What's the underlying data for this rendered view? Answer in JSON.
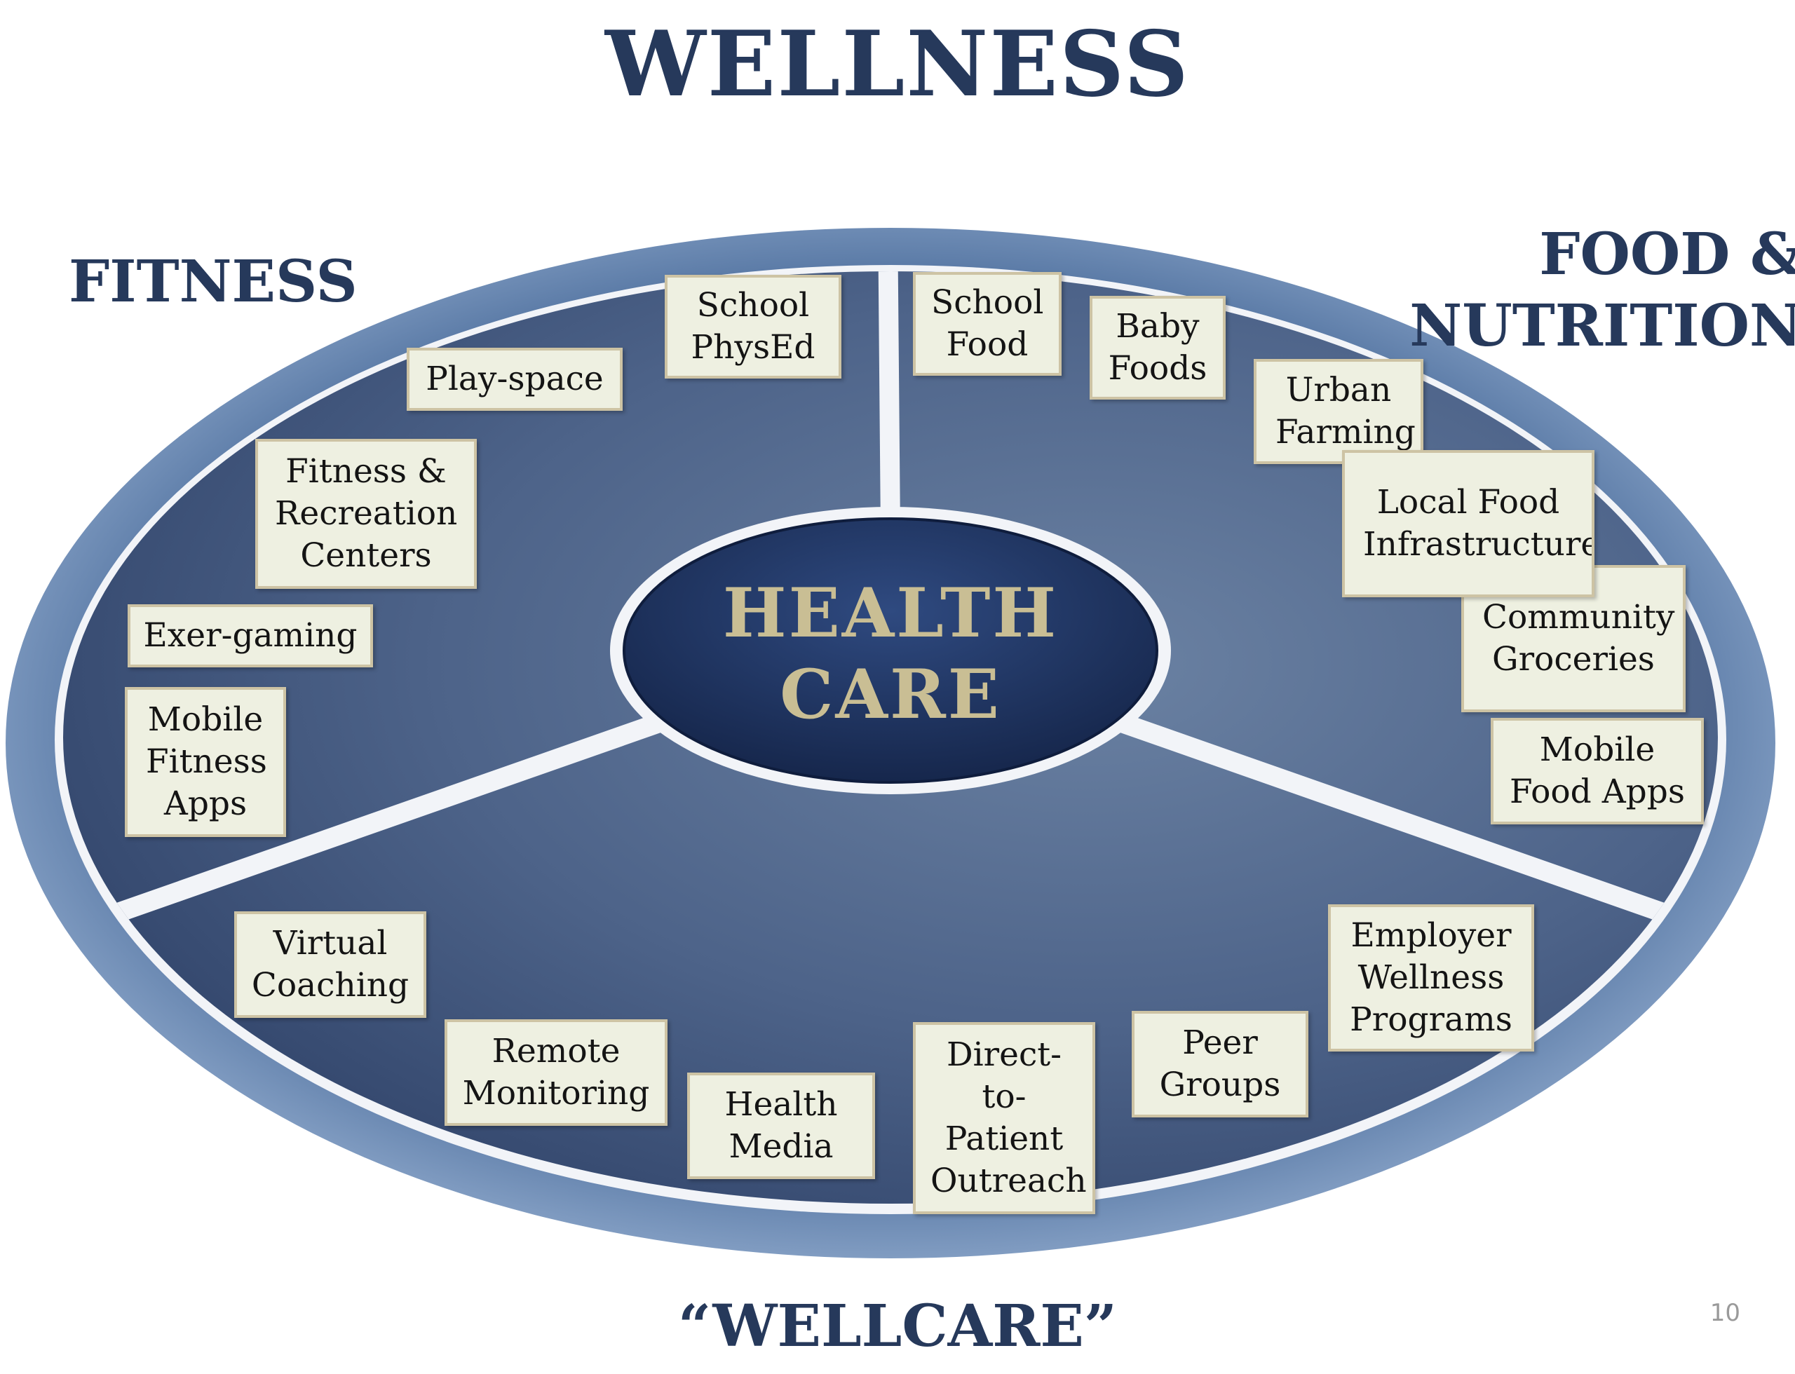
{
  "title": "WELLNESS",
  "sectors": {
    "fitness": {
      "label": "FITNESS",
      "cards": [
        {
          "label": "School PhysEd"
        },
        {
          "label": "Play-space"
        },
        {
          "label": "Fitness & Recreation Centers"
        },
        {
          "label": "Exer-gaming"
        },
        {
          "label": "Mobile Fitness Apps"
        }
      ]
    },
    "food": {
      "label_line1": "FOOD &",
      "label_line2": "NUTRITION",
      "cards": [
        {
          "label": "School Food"
        },
        {
          "label": "Baby Foods"
        },
        {
          "label": "Urban Farming"
        },
        {
          "label": "Community Groceries"
        },
        {
          "label": "Local  Food Infrastructure"
        },
        {
          "label": "Mobile Food Apps"
        }
      ]
    },
    "wellcare": {
      "label": "“WELLCARE”",
      "cards": [
        {
          "label": "Virtual Coaching"
        },
        {
          "label": "Remote Monitoring"
        },
        {
          "label": "Health Media"
        },
        {
          "label": "Direct-to-Patient Outreach"
        },
        {
          "label": "Peer Groups"
        },
        {
          "label": "Employer Wellness Programs"
        }
      ]
    }
  },
  "center": {
    "line1": "HEALTH",
    "line2": "CARE"
  },
  "page_number": "10",
  "colors": {
    "title": "#26395b",
    "ring_outer": "#6d8cb5",
    "sector_dark": "#34476c",
    "sector_light": "#667d9f",
    "divider": "#f2f4f8",
    "center_fill": "#20325c",
    "center_text": "#c9be94",
    "card_fill": "#eef0e1",
    "card_border": "#cdc3a4"
  }
}
